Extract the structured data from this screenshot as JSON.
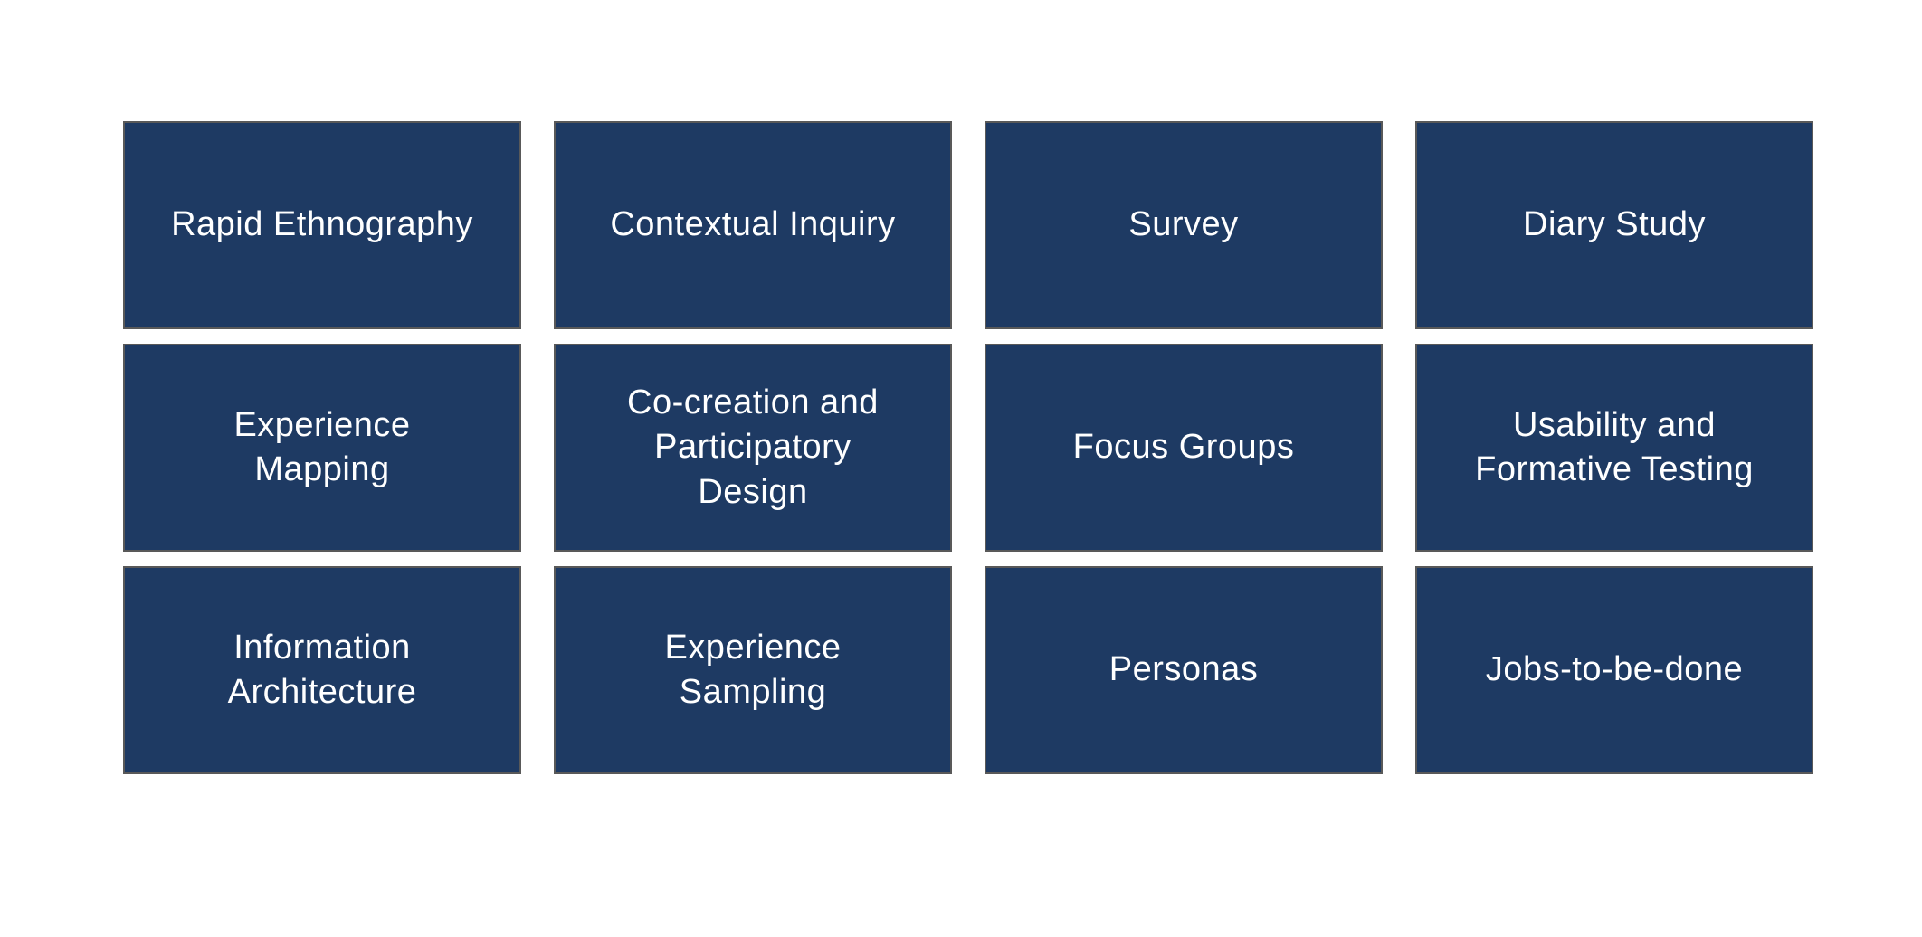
{
  "page": {
    "background_color": "#ffffff",
    "description": "Grid of UX research method cards"
  },
  "grid": {
    "columns": 4,
    "rows": 3,
    "card_fill_color": "#1e3a63",
    "card_border_color": "#595959",
    "card_text_color": "#ffffff",
    "cards": [
      {
        "id": "rapid-ethnography",
        "label": "Rapid Ethnography"
      },
      {
        "id": "contextual-inquiry",
        "label": "Contextual Inquiry"
      },
      {
        "id": "survey",
        "label": "Survey"
      },
      {
        "id": "diary-study",
        "label": "Diary Study"
      },
      {
        "id": "experience-mapping",
        "label": "Experience\nMapping"
      },
      {
        "id": "co-creation-and-participatory-design",
        "label": "Co-creation and\nParticipatory\nDesign"
      },
      {
        "id": "focus-groups",
        "label": "Focus Groups"
      },
      {
        "id": "usability-and-formative-testing",
        "label": "Usability and\nFormative Testing"
      },
      {
        "id": "information-architecture",
        "label": "Information\nArchitecture"
      },
      {
        "id": "experience-sampling",
        "label": "Experience\nSampling"
      },
      {
        "id": "personas",
        "label": "Personas"
      },
      {
        "id": "jobs-to-be-done",
        "label": "Jobs-to-be-done"
      }
    ]
  }
}
